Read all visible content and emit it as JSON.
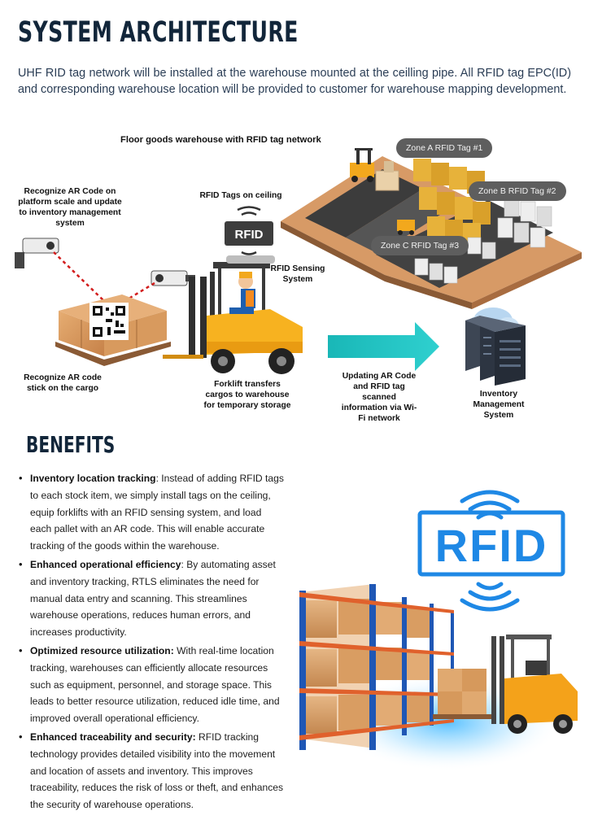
{
  "header": {
    "title": "SYSTEM ARCHITECTURE",
    "intro": "UHF RID tag network will be installed at the warehouse mounted at the ceilling pipe. All RFID tag EPC(ID) and corresponding warehouse location will be provided to customer for warehouse mapping development."
  },
  "diagram": {
    "floor_title": "Floor goods warehouse with RFID tag network",
    "zones": [
      "Zone A RFID Tag #1",
      "Zone B RFID Tag #2",
      "Zone C RFID Tag #3"
    ],
    "ceiling_label": "RFID Tags on ceiling",
    "rfid_tag_text": "RFID",
    "sensing_label": "RFID Sensing System",
    "recognize_scale": "Recognize AR Code on platform scale and update to inventory management system",
    "recognize_cargo": "Recognize AR code stick on the cargo",
    "forklift_label": "Forklift transfers cargos to warehouse for temporary storage",
    "update_label": "Updating AR Code and RFID tag scanned information via Wi-Fi network",
    "server_label": "Inventory Management System"
  },
  "benefits": {
    "title": "BENEFITS",
    "items": [
      {
        "title": "Inventory location tracking",
        "sep": ": ",
        "text": "Instead of adding RFID tags to each stock item, we simply install tags on the ceiling, equip forklifts with an RFID sensing system, and load each pallet with an AR code. This will enable accurate tracking of the goods within the warehouse."
      },
      {
        "title": "Enhanced operational efficiency",
        "sep": ": ",
        "text": "By automating asset and inventory tracking, RTLS eliminates the need for manual data entry and scanning. This streamlines warehouse operations, reduces human errors, and increases productivity."
      },
      {
        "title": "Optimized resource utilization:",
        "sep": " ",
        "text": "With real-time location tracking, warehouses can efficiently allocate resources such as equipment, personnel, and storage space. This leads to better resource utilization, reduced idle time, and improved overall operational efficiency."
      },
      {
        "title": "Enhanced traceability and security:",
        "sep": " ",
        "text": "RFID tracking technology provides detailed visibility into the movement and location of assets and inventory. This improves traceability, reduces the risk of loss or theft, and enhances the security of warehouse operations."
      }
    ]
  },
  "photo": {
    "logo_text": "RFID"
  },
  "colors": {
    "heading": "#12263a",
    "arrow": "#22c3c3",
    "rfid_blue": "#1e88e5",
    "forklift": "#f3a51c",
    "floor": "#c98b5a"
  }
}
